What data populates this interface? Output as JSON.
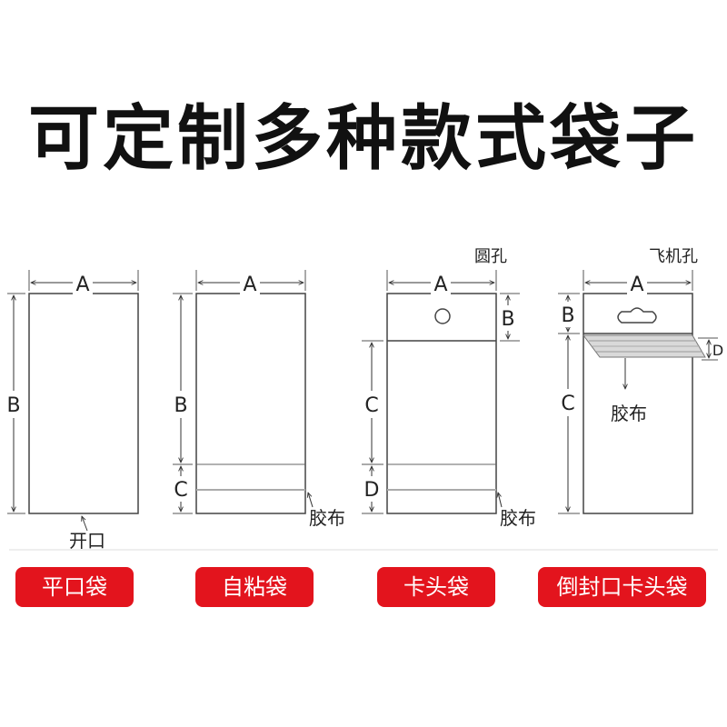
{
  "title": "可定制多种款式袋子",
  "colors": {
    "accent": "#e3141d",
    "line": "#333333"
  },
  "bags": [
    {
      "name": "平口袋",
      "dims": {
        "width": "A",
        "height": "B"
      },
      "opening": "开口"
    },
    {
      "name": "自粘袋",
      "dims": {
        "width": "A",
        "height": "B",
        "flap": "C"
      },
      "tape": "胶布"
    },
    {
      "name": "卡头袋",
      "dims": {
        "width": "A",
        "header": "B",
        "body": "C",
        "flap": "D"
      },
      "hole": "圆孔",
      "tape": "胶布"
    },
    {
      "name": "倒封口卡头袋",
      "dims": {
        "width": "A",
        "header": "B",
        "body": "C",
        "seal": "D"
      },
      "hole": "飞机孔",
      "tape": "胶布"
    }
  ]
}
